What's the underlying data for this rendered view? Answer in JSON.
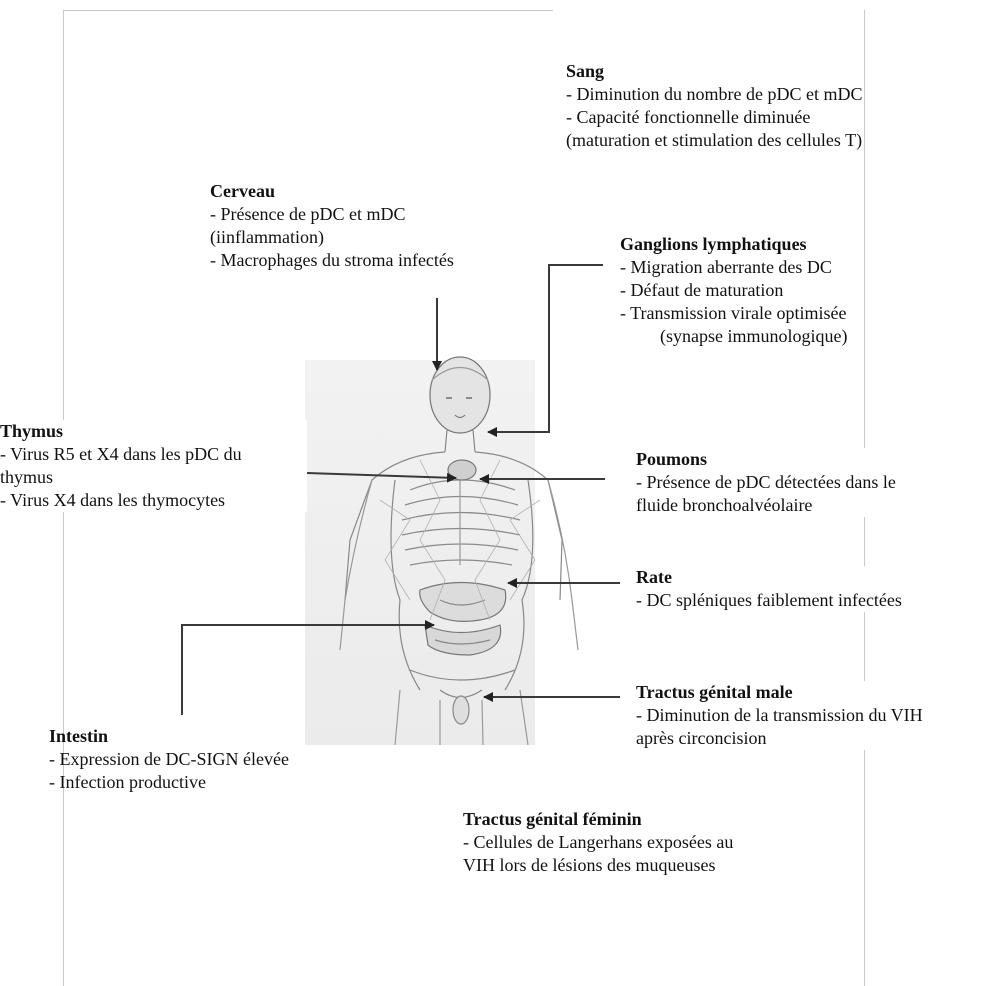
{
  "regions": {
    "sang": {
      "title": "Sang",
      "lines": [
        "- Diminution du nombre de pDC et mDC",
        "- Capacité fonctionnelle diminuée",
        "(maturation et stimulation des cellules T)"
      ]
    },
    "cerveau": {
      "title": "Cerveau",
      "lines": [
        "- Présence de pDC et mDC",
        "(iinflammation)",
        "- Macrophages du stroma infectés"
      ]
    },
    "ganglions": {
      "title": "Ganglions lymphatiques",
      "lines": [
        "- Migration aberrante des DC",
        "- Défaut de maturation",
        "- Transmission virale optimisée",
        "(synapse immunologique)"
      ]
    },
    "thymus": {
      "title": "Thymus",
      "lines": [
        "- Virus R5 et X4 dans les pDC du",
        "thymus",
        "- Virus X4 dans les thymocytes"
      ]
    },
    "poumons": {
      "title": "Poumons",
      "lines": [
        "- Présence de pDC détectées dans le",
        "fluide bronchoalvéolaire"
      ]
    },
    "rate": {
      "title": "Rate",
      "lines": [
        "- DC spléniques faiblement infectées"
      ]
    },
    "intestin": {
      "title": "Intestin",
      "lines": [
        "- Expression de DC-SIGN élevée",
        "- Infection productive"
      ]
    },
    "tractus_male": {
      "title": "Tractus génital male",
      "lines": [
        "- Diminution de la transmission du VIH",
        "après circoncision"
      ]
    },
    "tractus_feminin": {
      "title": "Tractus génital féminin",
      "lines": [
        "- Cellules de Langerhans exposées au",
        "VIH lors de lésions des muqueuses"
      ]
    }
  },
  "figure": {
    "illustration": "human-anatomy-lymphatic-figure",
    "line_color": "#3a3a3a"
  }
}
